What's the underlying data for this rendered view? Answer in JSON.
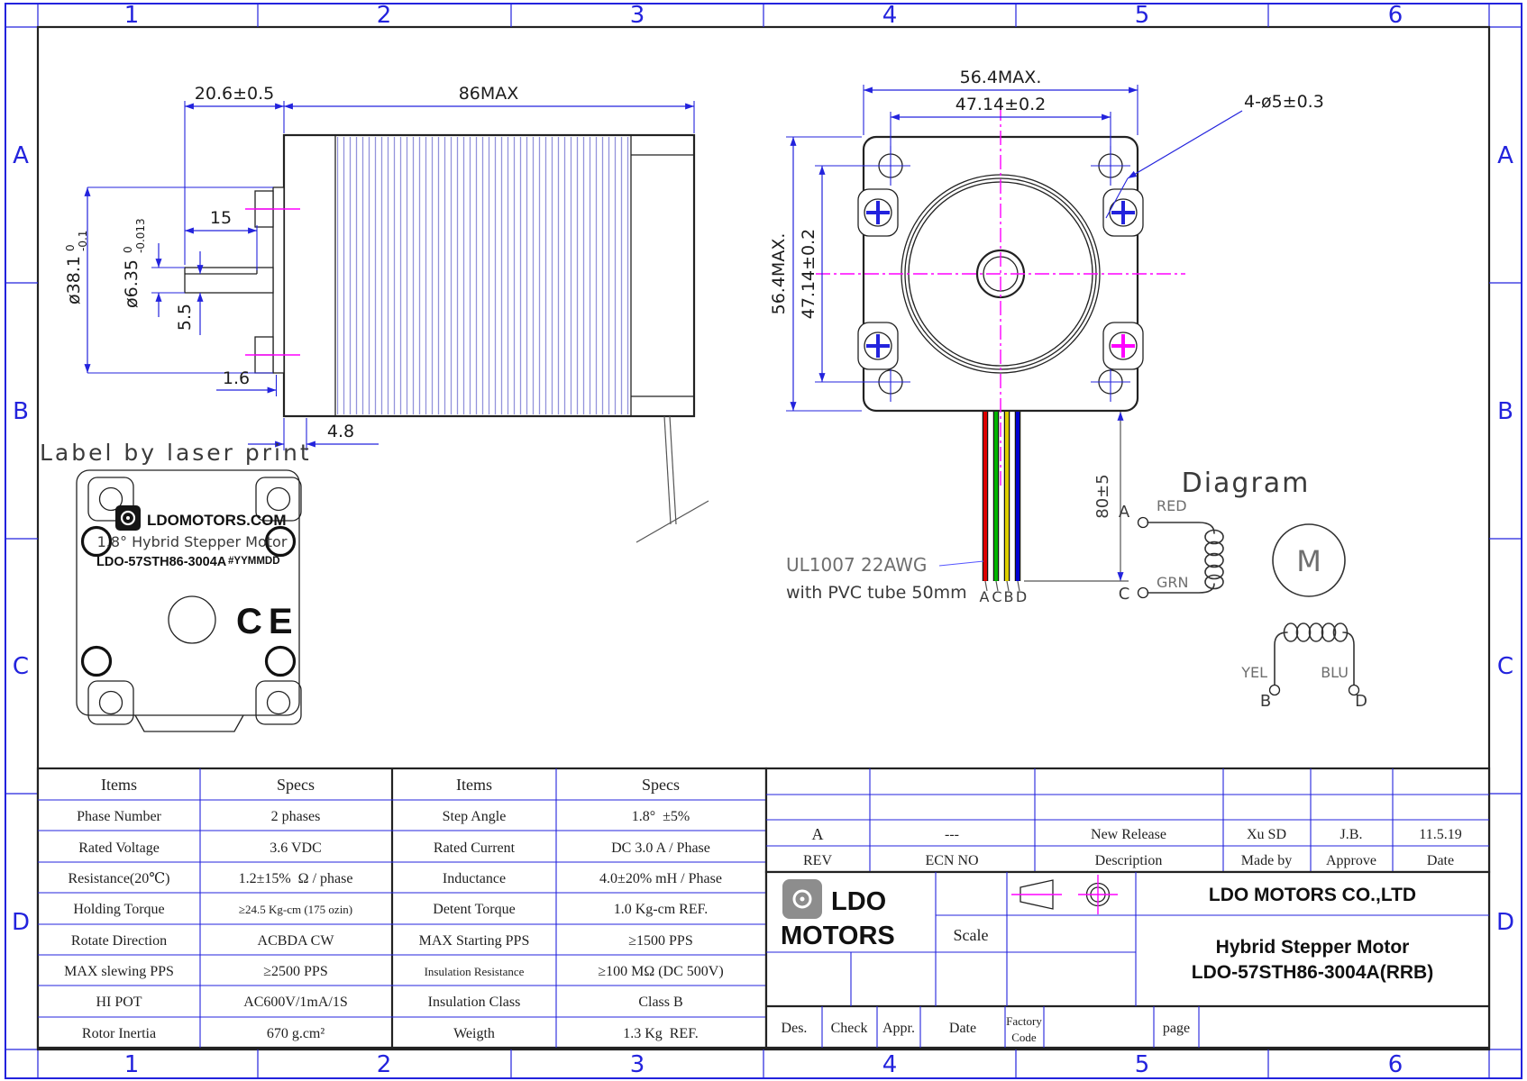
{
  "sheet": {
    "grid_cols": [
      "1",
      "2",
      "3",
      "4",
      "5",
      "6"
    ],
    "grid_rows": [
      "A",
      "B",
      "C",
      "D"
    ]
  },
  "side_view": {
    "dim_front": "20.6±0.5",
    "dim_body": "86MAX",
    "dim_shaft_flat": "15",
    "dim_boss": "ø38.1",
    "boss_tol_hi": "0",
    "boss_tol_lo": "-0.1",
    "dim_shaft_dia": "ø6.35",
    "shaft_tol_hi": "0",
    "shaft_tol_lo": "-0.013",
    "dim_flat": "5.5",
    "dim_plate": "1.6",
    "dim_front_section": "4.8"
  },
  "front_view": {
    "dim_width": "56.4MAX.",
    "dim_holes_h": "47.14±0.2",
    "dim_hole_callout": "4-ø5±0.3",
    "dim_height": "56.4MAX.",
    "dim_holes_v": "47.14±0.2",
    "dim_wire_len": "80±5",
    "wire_labels": [
      "A",
      "C",
      "B",
      "D"
    ],
    "note_wire": "UL1007 22AWG",
    "note_tube": "with PVC tube 50mm",
    "wire_colors": {
      "red": "#dd0000",
      "green": "#00b400",
      "yellow": "#ddcf00",
      "blue": "#0000d2"
    }
  },
  "label_area": {
    "heading": "Label by laser print",
    "brand": "LDOMOTORS.COM",
    "subtitle": "1.8° Hybrid Stepper Motor",
    "model": "LDO-57STH86-3004A",
    "datecode": "#YYMMDD",
    "ce_mark": "CE"
  },
  "wiring_diagram": {
    "title": "Diagram",
    "motor": "M",
    "a": "A",
    "a_color": "RED",
    "c": "C",
    "c_color": "GRN",
    "b": "B",
    "b_color": "YEL",
    "d": "D",
    "d_color": "BLU"
  },
  "spec_table_left": {
    "headers": [
      "Items",
      "Specs"
    ],
    "rows": [
      [
        "Phase Number",
        "2 phases"
      ],
      [
        "Rated Voltage",
        "3.6 VDC"
      ],
      [
        "Resistance(20℃)",
        "1.2±15%  Ω / phase"
      ],
      [
        "Holding Torque",
        "≥24.5 Kg-cm (175 ozin)"
      ],
      [
        "Rotate Direction",
        "ACBDA CW"
      ],
      [
        "MAX slewing PPS",
        "≥2500 PPS"
      ],
      [
        "HI POT",
        "AC600V/1mA/1S"
      ],
      [
        "Rotor Inertia",
        "670 g.cm²"
      ]
    ]
  },
  "spec_table_right": {
    "headers": [
      "Items",
      "Specs"
    ],
    "rows": [
      [
        "Step Angle",
        "1.8°  ±5%"
      ],
      [
        "Rated Current",
        "DC 3.0 A / Phase"
      ],
      [
        "Inductance",
        "4.0±20% mH / Phase"
      ],
      [
        "Detent Torque",
        "1.0 Kg-cm REF."
      ],
      [
        "MAX Starting PPS",
        "≥1500 PPS"
      ],
      [
        "Insulation Resistance",
        "≥100 MΩ (DC 500V)"
      ],
      [
        "Insulation Class",
        "Class B"
      ],
      [
        "Weigth",
        "1.3 Kg  REF."
      ]
    ]
  },
  "revision_block": {
    "rev": "A",
    "ecn": "---",
    "desc": "New Release",
    "made": "Xu SD",
    "appr": "J.B.",
    "date": "11.5.19",
    "h_rev": "REV",
    "h_ecn": "ECN NO",
    "h_desc": "Description",
    "h_made": "Made by",
    "h_appr": "Approve",
    "h_date": "Date"
  },
  "title_block": {
    "company": "LDO MOTORS CO.,LTD",
    "product1": "Hybrid Stepper Motor",
    "product2": "LDO-57STH86-3004A(RRB)",
    "scale": "Scale",
    "logo1": "LDO",
    "logo2": "MOTORS",
    "des": "Des.",
    "check": "Check",
    "appr": "Appr.",
    "date": "Date",
    "factory1": "Factory",
    "factory2": "Code",
    "page": "page"
  }
}
